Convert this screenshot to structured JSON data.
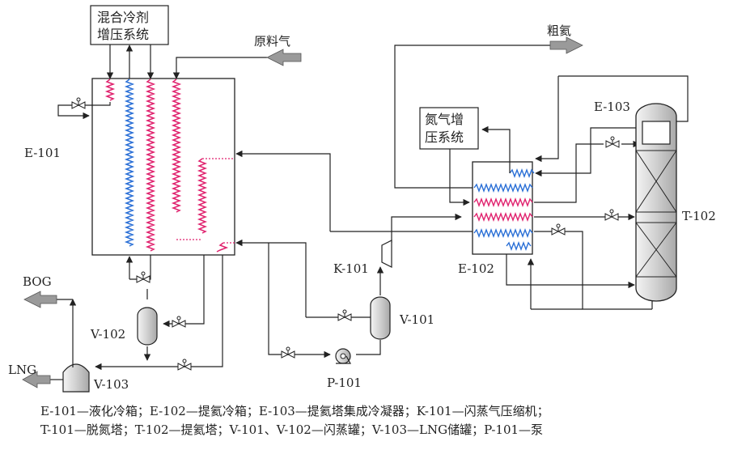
{
  "labels": {
    "mr_box_line1": "混合冷剂",
    "mr_box_line2": "增压系统",
    "feed_gas": "原料气",
    "crude_helium": "粗氦",
    "n2_box_line1": "氮气增",
    "n2_box_line2": "压系统",
    "e101": "E-101",
    "e102": "E-102",
    "e103": "E-103",
    "t102": "T-102",
    "k101": "K-101",
    "v101": "V-101",
    "v102": "V-102",
    "v103": "V-103",
    "p101": "P-101",
    "bog": "BOG",
    "lng": "LNG"
  },
  "legend": {
    "line1": "E-101—液化冷箱；E-102—提氦冷箱；E-103—提氦塔集成冷凝器；K-101—闪蒸气压缩机；",
    "line2": "T-101—脱氮塔；T-102—提氦塔；V-101、V-102—闪蒸罐；V-103—LNG储罐；P-101—泵"
  },
  "colors": {
    "line": "#222222",
    "hot_stream": "#e0226e",
    "cold_stream": "#2a6fd6",
    "arrow_fill": "#9a9a9a",
    "equipment_fill": "#dcdcdc"
  }
}
